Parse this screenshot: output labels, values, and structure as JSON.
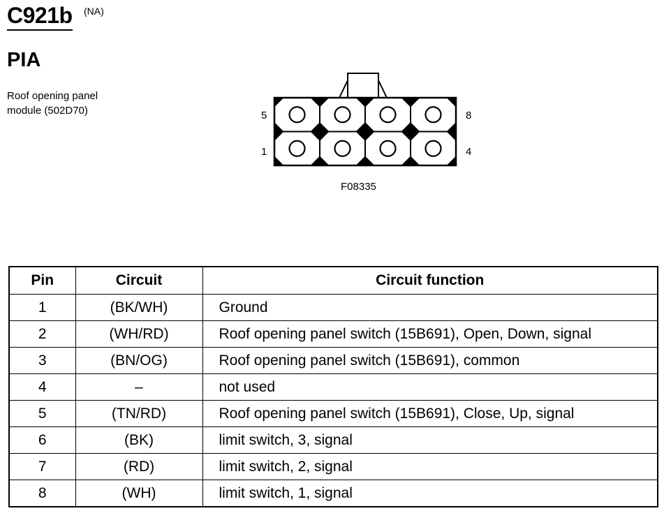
{
  "header": {
    "connector_id": "C921b",
    "region": "(NA)",
    "designation": "PIA",
    "description_line1": "Roof opening panel",
    "description_line2": "module (502D70)"
  },
  "diagram": {
    "label_top_left": "5",
    "label_top_right": "8",
    "label_bottom_left": "1",
    "label_bottom_right": "4",
    "figure_code": "F08335"
  },
  "table": {
    "headers": [
      "Pin",
      "Circuit",
      "Circuit function"
    ],
    "rows": [
      {
        "pin": "1",
        "circuit": "(BK/WH)",
        "function": "Ground"
      },
      {
        "pin": "2",
        "circuit": "(WH/RD)",
        "function": "Roof opening panel switch (15B691), Open, Down, signal"
      },
      {
        "pin": "3",
        "circuit": "(BN/OG)",
        "function": "Roof opening panel switch (15B691), common"
      },
      {
        "pin": "4",
        "circuit": "–",
        "function": "not used"
      },
      {
        "pin": "5",
        "circuit": "(TN/RD)",
        "function": "Roof opening panel switch (15B691), Close, Up, signal"
      },
      {
        "pin": "6",
        "circuit": "(BK)",
        "function": "limit switch, 3, signal"
      },
      {
        "pin": "7",
        "circuit": "(RD)",
        "function": "limit switch, 2, signal"
      },
      {
        "pin": "8",
        "circuit": "(WH)",
        "function": "limit switch, 1, signal"
      }
    ]
  }
}
